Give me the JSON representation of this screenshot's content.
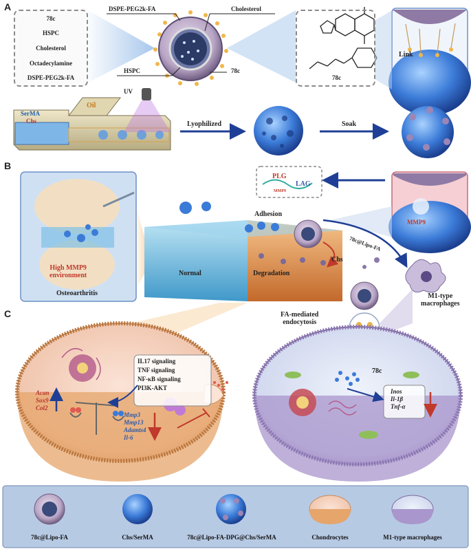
{
  "panels": {
    "a": "A",
    "b": "B",
    "c": "C"
  },
  "panel_a": {
    "components": [
      "78c",
      "HSPC",
      "Cholesterol",
      "Octadecylamine",
      "DSPE-PEG2k-FA"
    ],
    "liposome_labels": {
      "top_left": "DSPE-PEG2k-FA",
      "top_right": "Cholesterol",
      "bottom_left": "HSPC",
      "bottom_right": "78c"
    },
    "molecule_name": "78c",
    "link_label": "Link",
    "uv_label": "UV",
    "chip_labels": {
      "sermA": "SerMA",
      "chs": "Chs",
      "oil": "Oil"
    },
    "step1": "Lyophilized",
    "step2": "Soak"
  },
  "panel_b": {
    "plg": "PLG",
    "lag": "LAG",
    "mmp9_small": "MMP9",
    "mmp9_box": "MMP9",
    "high_mmp9_line1": "High MMP9",
    "high_mmp9_line2": "environment",
    "osteoarthritis": "Osteoarthritis",
    "adhesion": "Adhesion",
    "normal": "Normal",
    "degradation": "Degradation",
    "chs": "Chs",
    "carrier": "78c@Lipo-FA",
    "m1_line1": "M1-type",
    "m1_line2": "macrophages",
    "fa_line1": "FA-mediated",
    "fa_line2": "endocytosis"
  },
  "panel_c": {
    "signaling": [
      "IL17 signaling",
      "TNF signaling",
      "NF-κB  signaling",
      "PI3K-AKT"
    ],
    "up_genes": [
      "Acan",
      "Sox9",
      "Col2"
    ],
    "down_genes": [
      "Mmp3",
      "Mmp13",
      "Adamts4",
      "Il-6"
    ],
    "drug": "78c",
    "macro_genes": [
      "Inos",
      "Il-1β",
      "Tnf-α"
    ]
  },
  "legend": {
    "items": [
      "78c@Lipo-FA",
      "Chs/SerMA",
      "78c@Lipo-FA-DPG@Chs/SerMA",
      "Chondrocytes",
      "M1-type macrophages"
    ]
  },
  "colors": {
    "blue_arrow": "#1f3f96",
    "red": "#c0392b",
    "sphere_blue": "#3b7bd8",
    "cartilage_orange": "#d98a3e",
    "normal_blue": "#4fa9d6"
  }
}
